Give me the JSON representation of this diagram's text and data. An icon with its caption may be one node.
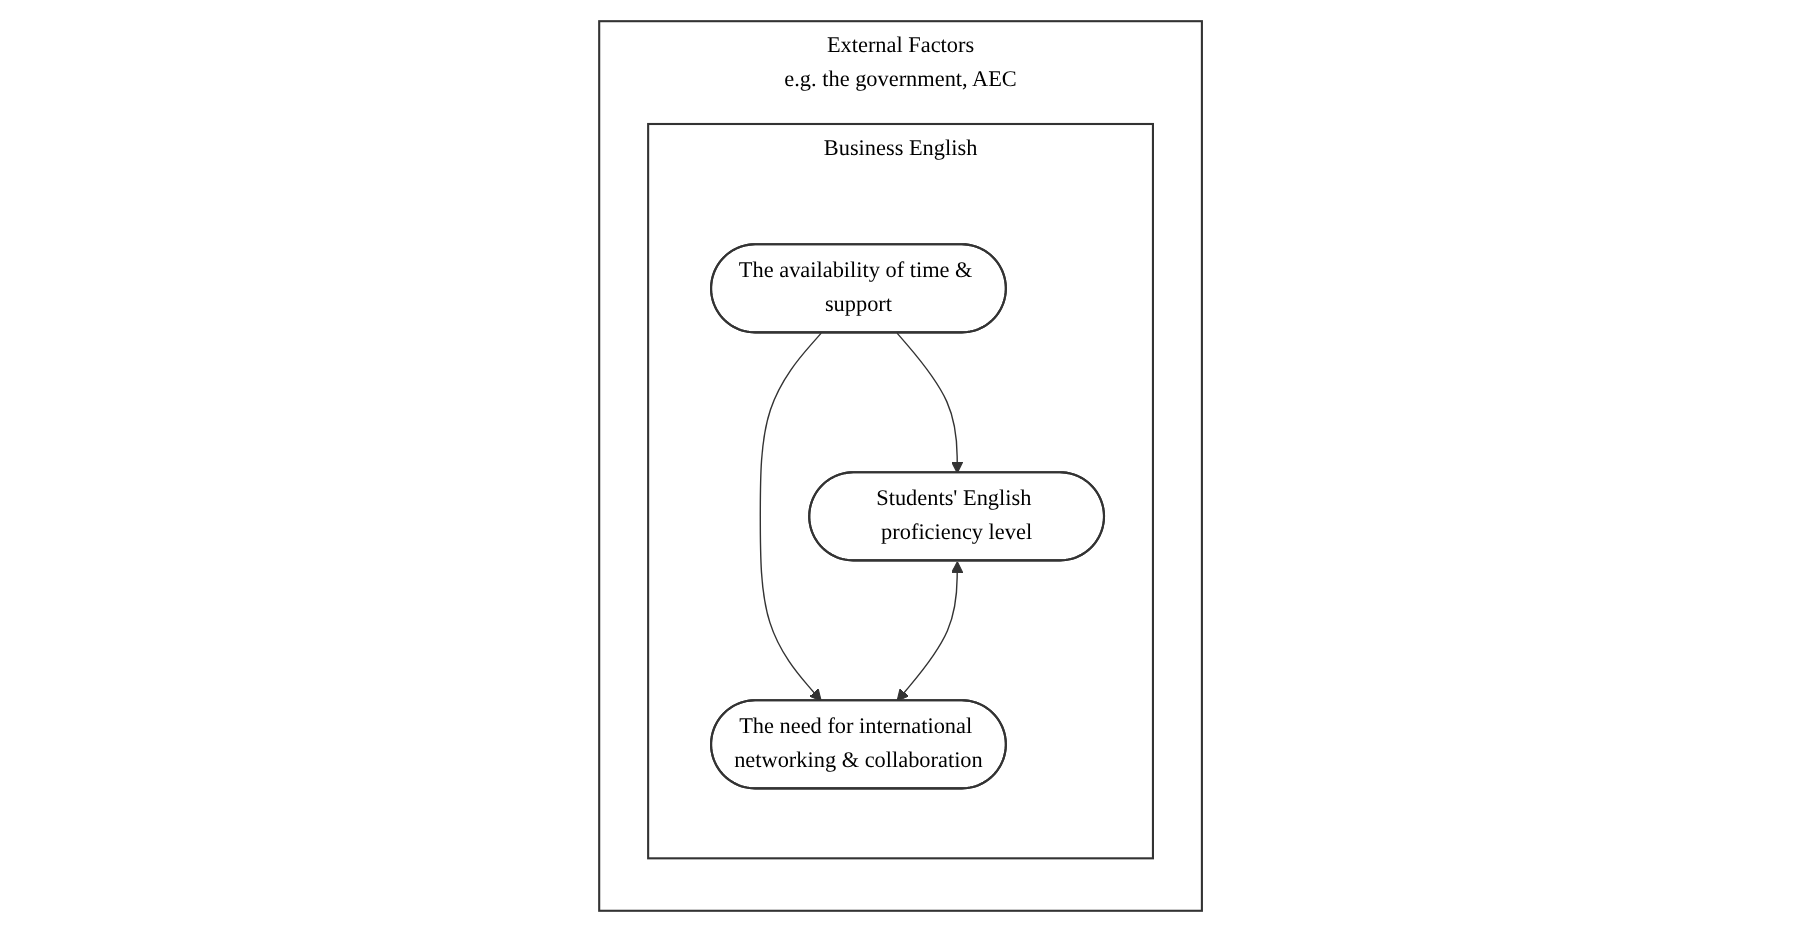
{
  "diagram": {
    "nodes": [
      {
        "text": [
          "External Factors",
          "e.g. the government, AEC"
        ]
      },
      {
        "text": [
          "Business English"
        ],
        "in": 0
      },
      {
        "text": [
          "The availability of time & support"
        ],
        "in": 1
      },
      {
        "text": [
          "Students' English proficiency level"
        ],
        "in": 1
      },
      {
        "text": [
          "The need for international networking & collaboration"
        ],
        "in": 1
      }
    ],
    "edges": [
      {
        "from": 2,
        "to": 3,
        "arrow": "to"
      },
      {
        "from": 2,
        "to": 4,
        "arrow": "to"
      },
      {
        "from": 3,
        "to": 4,
        "arrow": "both"
      }
    ]
  }
}
